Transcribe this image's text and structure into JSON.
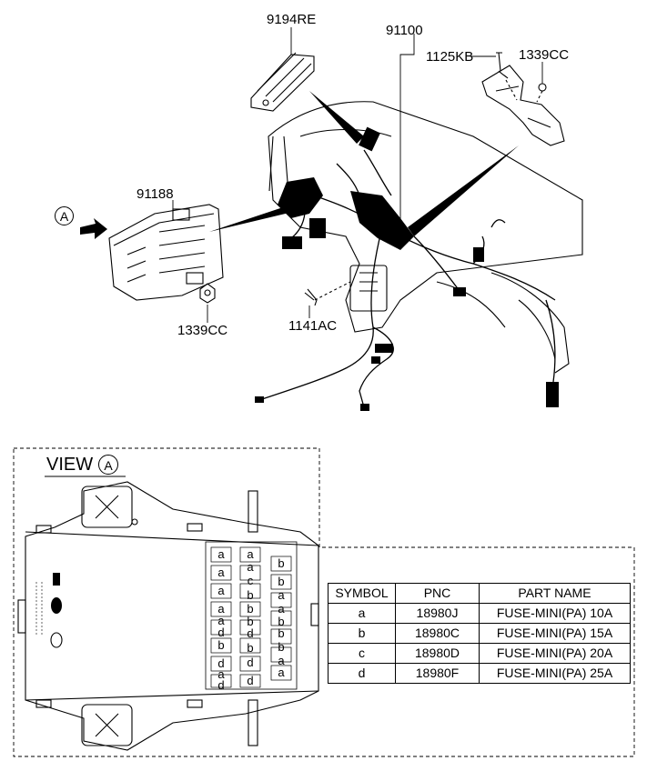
{
  "callouts": {
    "part_9194RE": "9194RE",
    "part_91100": "91100",
    "part_1125KB": "1125KB",
    "part_1339CC_top": "1339CC",
    "part_91188": "91188",
    "part_1339CC_bottom": "1339CC",
    "part_1141AC": "1141AC",
    "view_marker": "A"
  },
  "view": {
    "title": "VIEW",
    "marker": "A"
  },
  "fuse_grid": {
    "col1": [
      "a",
      "a",
      "a",
      "a",
      "a",
      "d",
      "b",
      "d",
      "a",
      "d"
    ],
    "col2": [
      "a",
      "a",
      "c",
      "b",
      "b",
      "b",
      "d",
      "b",
      "d",
      "d"
    ],
    "col3": [
      "b",
      "b",
      "a",
      "a",
      "b",
      "b",
      "b",
      "a",
      "a"
    ]
  },
  "table": {
    "headers": [
      "SYMBOL",
      "PNC",
      "PART NAME"
    ],
    "rows": [
      [
        "a",
        "18980J",
        "FUSE-MINI(PA) 10A"
      ],
      [
        "b",
        "18980C",
        "FUSE-MINI(PA) 15A"
      ],
      [
        "c",
        "18980D",
        "FUSE-MINI(PA) 20A"
      ],
      [
        "d",
        "18980F",
        "FUSE-MINI(PA) 25A"
      ]
    ]
  }
}
